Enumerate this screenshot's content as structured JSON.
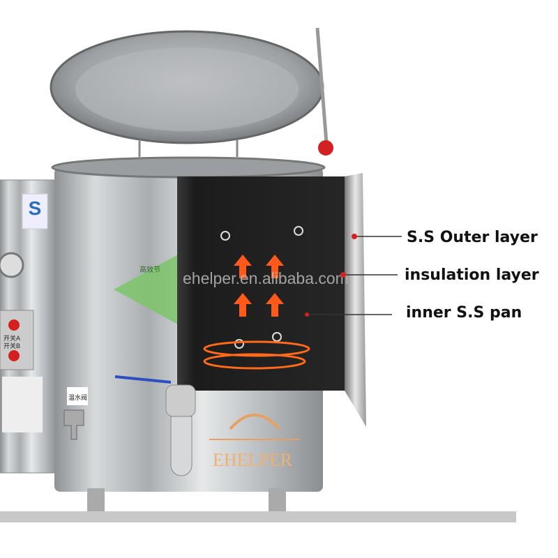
{
  "callouts": [
    {
      "label": "S.S Outer layer"
    },
    {
      "label": "insulation layer"
    },
    {
      "label": "inner S.S pan"
    }
  ],
  "watermark": "ehelper.en.alibaba.com",
  "logo_text": "EHELPER",
  "panel": {
    "switch_a": "开关A",
    "switch_b": "开关B",
    "valve_label": "温水阀",
    "sticker_title": "高效节"
  },
  "colors": {
    "callout_dot": "#d42020",
    "heat_arrow": "#ff5a1a",
    "steel": "#b8bcbf",
    "cutaway": "#1e1e1e",
    "bottom_bar": "#c8c8c8"
  }
}
